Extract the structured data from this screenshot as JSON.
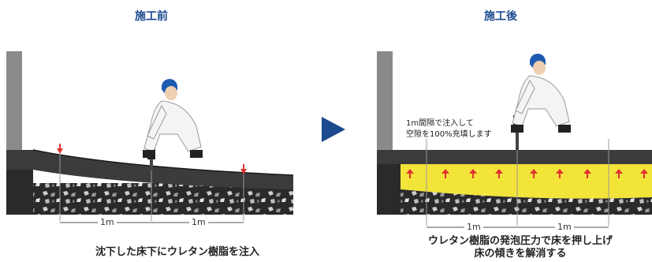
{
  "panels": {
    "before": {
      "title": "施工前",
      "caption": "沈下した床下にウレタン樹脂を注入",
      "dim_left": "1m",
      "dim_right": "1m"
    },
    "after": {
      "title": "施工後",
      "caption_line1": "ウレタン樹脂の発泡圧力で床を押し上げ",
      "caption_line2": "床の傾きを解消する",
      "note_line1": "1m間隔で注入して",
      "note_line2": "空隙を100%充填します",
      "dim_left": "1m",
      "dim_right": "1m"
    }
  },
  "colors": {
    "title": "#1b4a8e",
    "arrow": "#1b4a8e",
    "injection_arrow": "#e0322f",
    "resin": "#f3e43a",
    "slab": "#3b3b3b",
    "wall": "#8a8a8a",
    "gravel": "#2a2a2a",
    "helmet": "#1e5bb0"
  },
  "icons": {
    "worker": "worker-icon",
    "injection_gun": "injection-gun-icon",
    "direction_arrow": "play-arrow-icon"
  }
}
